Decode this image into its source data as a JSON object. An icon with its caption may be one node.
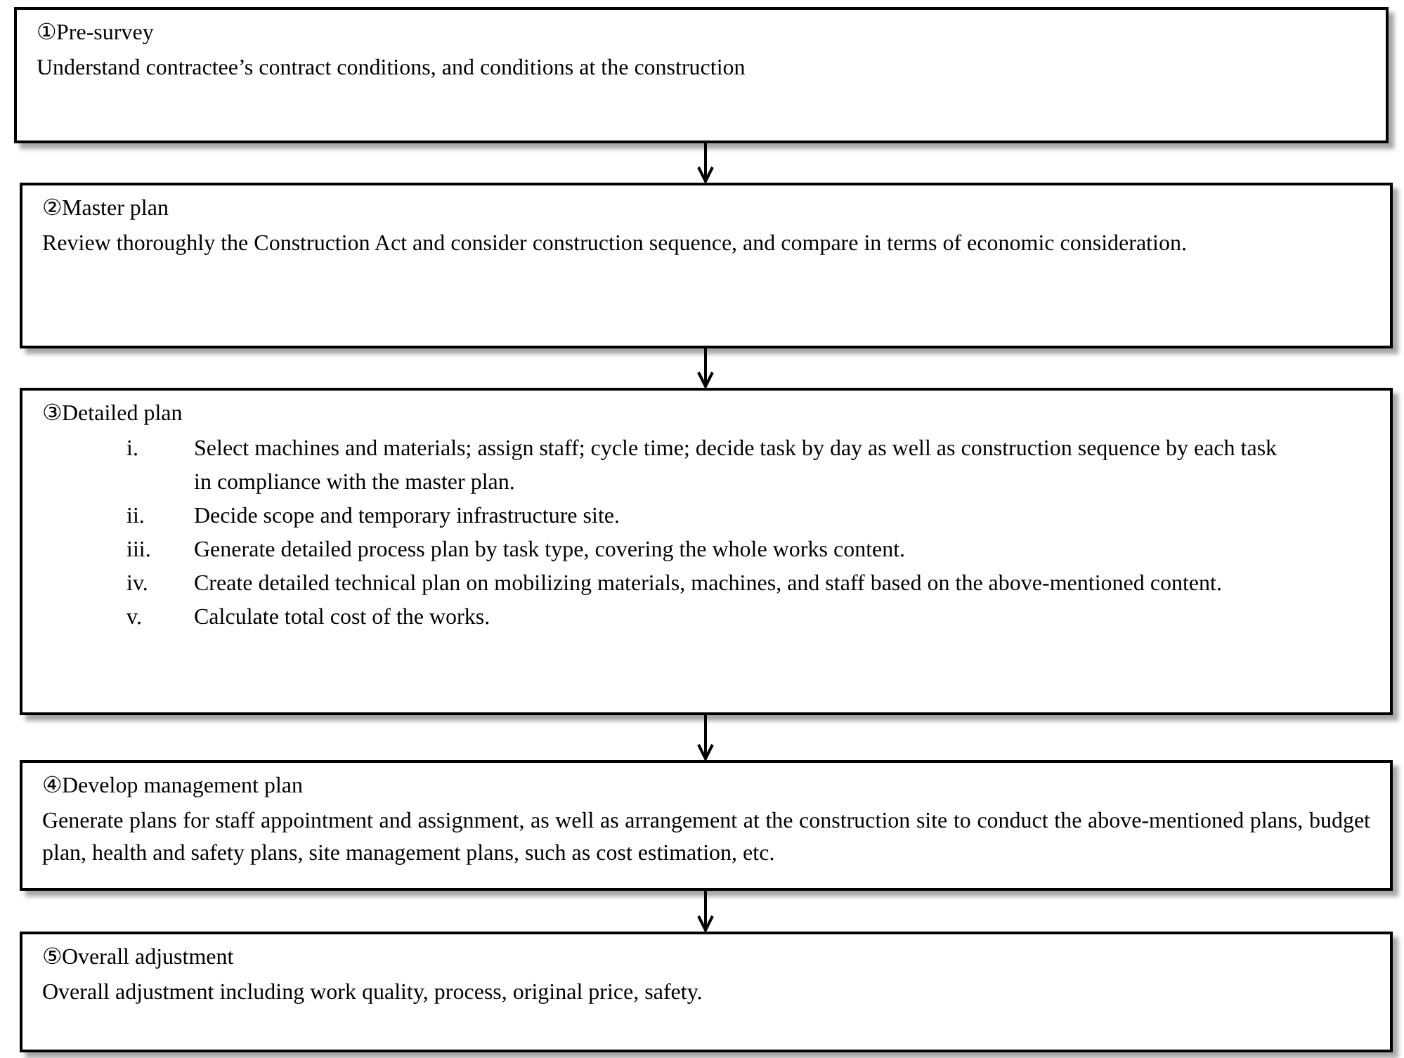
{
  "diagram": {
    "nodes": [
      {
        "text": [
          "①Pre-survey",
          "Understand contractee’s contract conditions, and conditions at the construction"
        ]
      },
      {
        "text": [
          "②Master plan",
          "Review thoroughly the Construction Act and consider construction sequence, and compare in terms of economic consideration."
        ]
      },
      {
        "text": [
          "③Detailed plan",
          "i.",
          "Select machines and materials; assign staff; cycle time; decide task by day as well as construction sequence by each task in compliance with the master plan.",
          "ii.",
          "Decide scope and temporary infrastructure site.",
          "iii.",
          "Generate detailed process plan by task type, covering the whole works content.",
          "iv.",
          "Create detailed technical plan on mobilizing materials, machines, and staff based on the above-mentioned content.",
          "v.",
          "Calculate total cost of the works."
        ]
      },
      {
        "text": [
          "④Develop management plan",
          "Generate plans for staff appointment and assignment, as well as arrangement at the construction site to conduct the above-mentioned plans, budget plan, health and safety plans, site management plans, such as cost estimation, etc."
        ]
      },
      {
        "text": [
          "⑤Overall adjustment",
          "Overall adjustment including work quality, process, original price, safety."
        ]
      }
    ],
    "edges": [
      {
        "from": 0,
        "to": 1,
        "arrow": "to"
      },
      {
        "from": 1,
        "to": 2,
        "arrow": "to"
      },
      {
        "from": 2,
        "to": 3,
        "arrow": "to"
      },
      {
        "from": 3,
        "to": 4,
        "arrow": "to"
      }
    ]
  }
}
